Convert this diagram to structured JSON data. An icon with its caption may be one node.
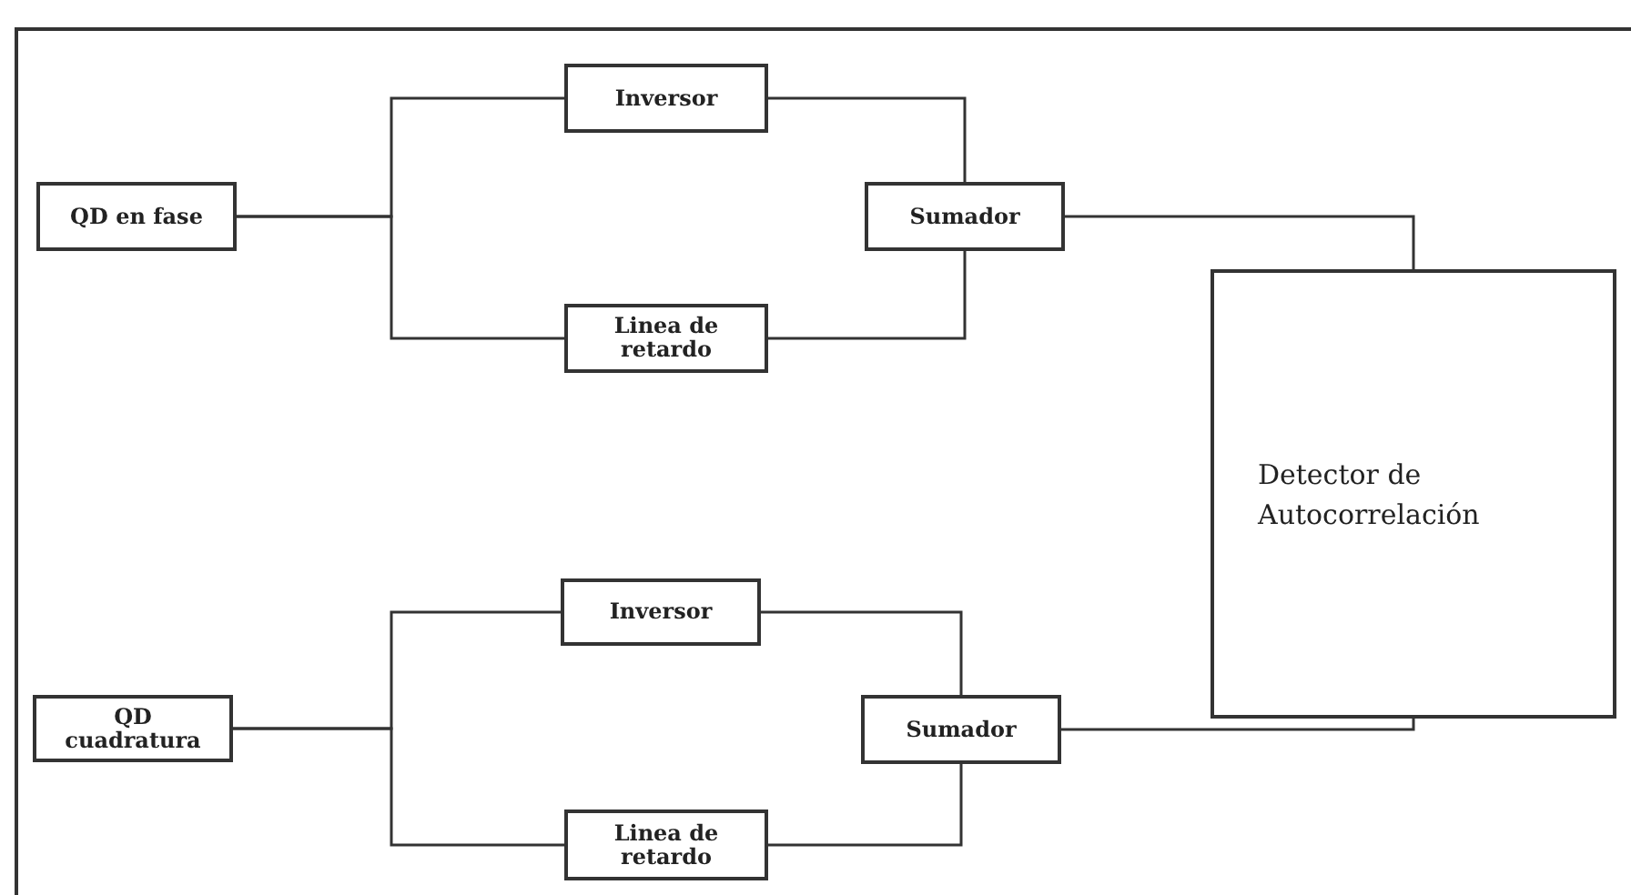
{
  "diagram": {
    "nodes": [
      {
        "text": [
          "QD en fase"
        ]
      },
      {
        "text": [
          "Inversor"
        ]
      },
      {
        "text": [
          "Linea de retardo"
        ]
      },
      {
        "text": [
          "Sumador"
        ]
      },
      {
        "text": [
          "Detector de Autocorrelación"
        ]
      },
      {
        "text": [
          "QD cuadratura"
        ]
      },
      {
        "text": [
          "Inversor"
        ]
      },
      {
        "text": [
          "Linea de retardo"
        ]
      },
      {
        "text": [
          "Sumador"
        ]
      }
    ],
    "edges": [
      {
        "from": 0,
        "to": 1,
        "arrow": "none"
      },
      {
        "from": 0,
        "to": 2,
        "arrow": "none"
      },
      {
        "from": 1,
        "to": 3,
        "arrow": "none"
      },
      {
        "from": 2,
        "to": 3,
        "arrow": "none"
      },
      {
        "from": 3,
        "to": 4,
        "arrow": "none"
      },
      {
        "from": 5,
        "to": 6,
        "arrow": "none"
      },
      {
        "from": 5,
        "to": 7,
        "arrow": "none"
      },
      {
        "from": 6,
        "to": 8,
        "arrow": "none"
      },
      {
        "from": 7,
        "to": 8,
        "arrow": "none"
      },
      {
        "from": 8,
        "to": 4,
        "arrow": "none"
      }
    ]
  }
}
